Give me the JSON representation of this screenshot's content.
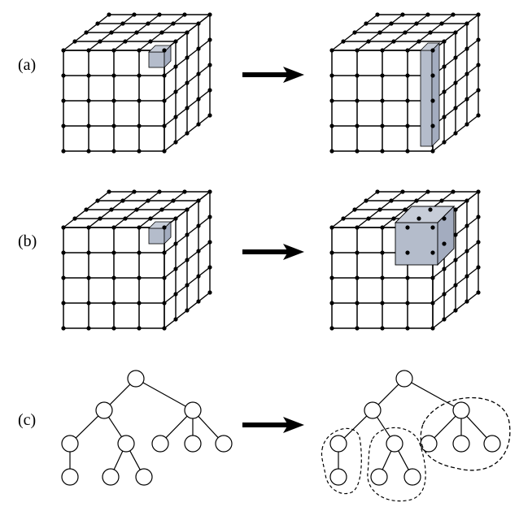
{
  "panels": {
    "a": {
      "label": "(a)"
    },
    "b": {
      "label": "(b)"
    },
    "c": {
      "label": "(c)"
    }
  },
  "colors": {
    "ink": "#000000",
    "highlight_fill": "#b4bccb",
    "highlight_fill_side": "#a3acbf",
    "highlight_fill_top": "#c7cdd8"
  }
}
